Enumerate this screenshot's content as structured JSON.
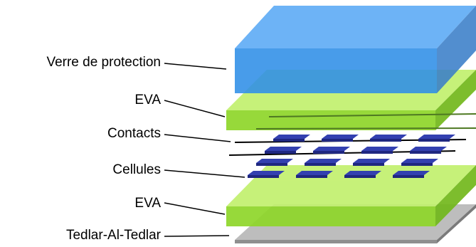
{
  "labels": {
    "glass": "Verre de protection",
    "eva_top": "EVA",
    "contacts": "Contacts",
    "cells": "Cellules",
    "eva_bottom": "EVA",
    "backsheet": "Tedlar-Al-Tedlar"
  },
  "colors": {
    "glass_front": "#2f8fe8",
    "glass_top": "#5aa9f5",
    "glass_side": "#3b7fc9",
    "eva_front": "#8fd62a",
    "eva_top": "#c2f06e",
    "eva_side": "#72b81c",
    "cell_top": "#3340b0",
    "cell_front": "#1f2780",
    "backsheet": "#a6a6a6",
    "wire": "#000000"
  },
  "cell_grid": {
    "rows": 4,
    "cols": 4
  }
}
